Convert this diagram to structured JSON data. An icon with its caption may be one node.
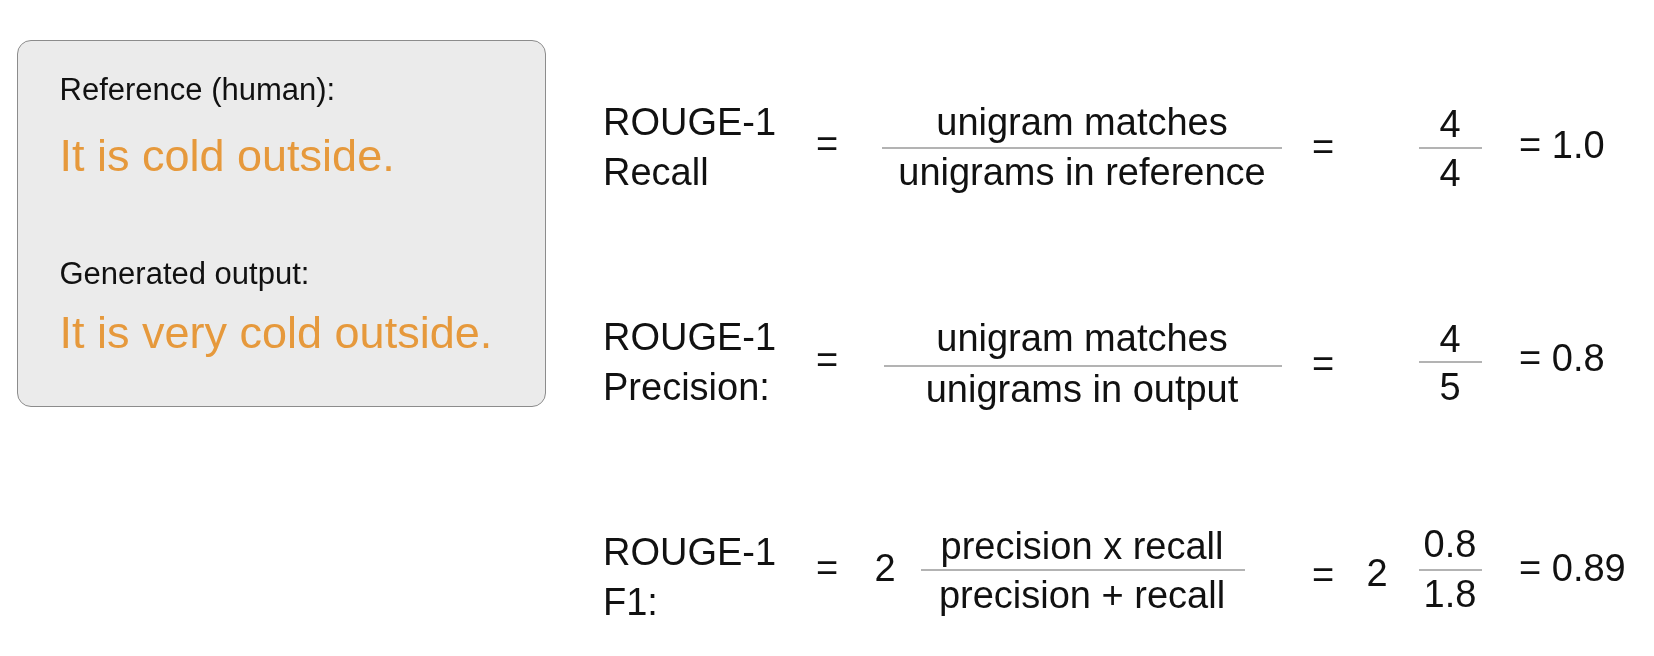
{
  "diagram": {
    "nodes": [
      {
        "text": [
          "Reference (human):",
          "It is cold outside.",
          "Generated output:",
          "It is very cold outside."
        ]
      }
    ],
    "labels": [
      "ROUGE-1 Recall",
      "=",
      "unigram matches",
      "unigrams in reference",
      "=",
      "4",
      "4",
      "= 1.0",
      "ROUGE-1 Precision:",
      "=",
      "unigram matches",
      "unigrams in output",
      "=",
      "4",
      "5",
      "= 0.8",
      "ROUGE-1 F1:",
      "=",
      "2",
      "precision x recall",
      "precision + recall",
      "=",
      "2",
      "0.8",
      "1.8",
      "= 0.89"
    ]
  }
}
